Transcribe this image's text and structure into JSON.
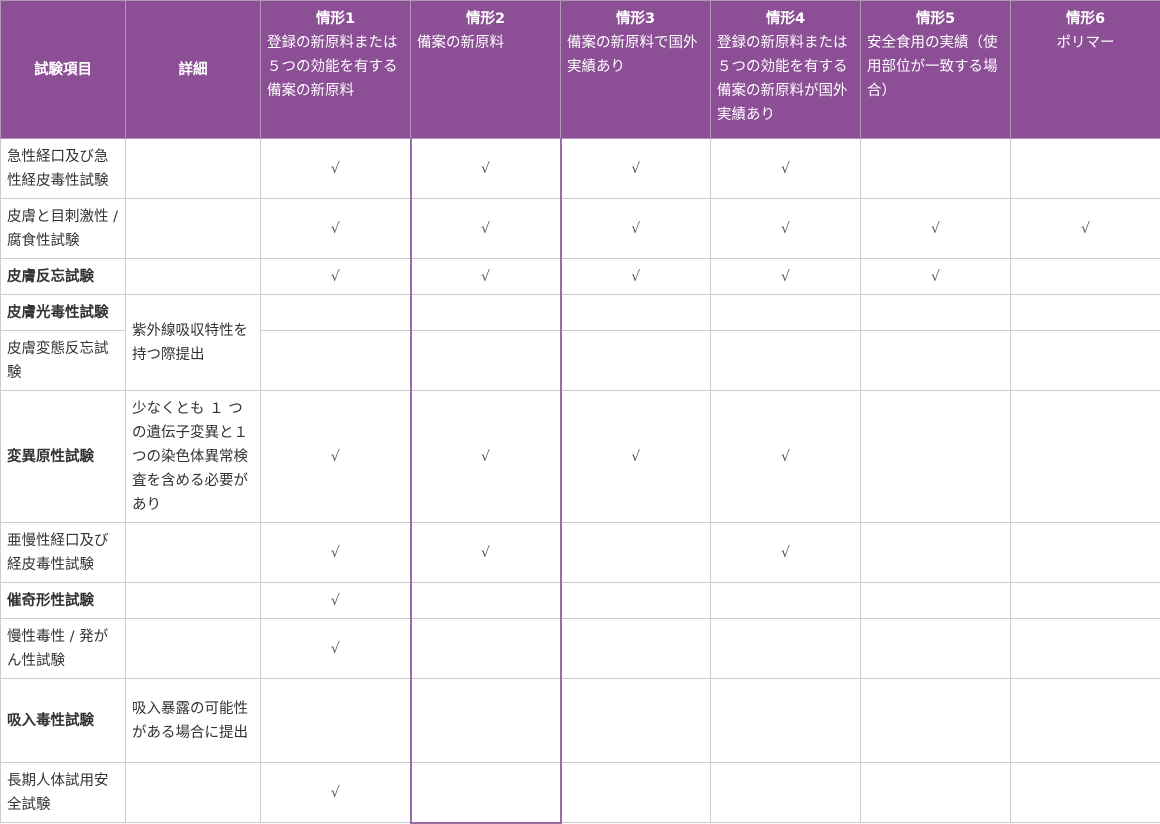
{
  "headers": {
    "item": "試験項目",
    "detail": "詳細",
    "cases": [
      {
        "title": "情形1",
        "desc": "登録の新原料または５つの効能を有する備案の新原料"
      },
      {
        "title": "情形2",
        "desc": "備案の新原料"
      },
      {
        "title": "情形3",
        "desc": "備案の新原料で国外実績あり"
      },
      {
        "title": "情形4",
        "desc": "登録の新原料または５つの効能を有する備案の新原料が国外実績あり"
      },
      {
        "title": "情形5",
        "desc": "安全食用の実績（使用部位が一致する場合）"
      },
      {
        "title": "情形6",
        "desc": "ポリマー"
      }
    ]
  },
  "check_mark": "√",
  "rows": [
    {
      "item": "急性経口及び急性経皮毒性試験",
      "detail": "",
      "checks": [
        true,
        true,
        true,
        true,
        false,
        false
      ]
    },
    {
      "item": "皮膚と目刺激性 / 腐食性試験",
      "detail": "",
      "checks": [
        true,
        true,
        true,
        true,
        true,
        true
      ]
    },
    {
      "item": "皮膚反忘試験",
      "detail": "",
      "checks": [
        true,
        true,
        true,
        true,
        true,
        false
      ]
    },
    {
      "item": "皮膚光毒性試験",
      "detail": "紫外線吸収特性を持つ際提出",
      "checks": [
        false,
        false,
        false,
        false,
        false,
        false
      ]
    },
    {
      "item": "皮膚変態反忘試験",
      "detail": "",
      "checks": [
        false,
        false,
        false,
        false,
        false,
        false
      ]
    },
    {
      "item": "変異原性試験",
      "detail": "少なくとも １ つの遺伝子変異と１つの染色体異常検査を含める必要があり",
      "checks": [
        true,
        true,
        true,
        true,
        false,
        false
      ]
    },
    {
      "item": "亜慢性経口及び経皮毒性試験",
      "detail": "",
      "checks": [
        true,
        true,
        false,
        true,
        false,
        false
      ]
    },
    {
      "item": "催奇形性試験",
      "detail": "",
      "checks": [
        true,
        false,
        false,
        false,
        false,
        false
      ]
    },
    {
      "item": "慢性毒性 / 発がん性試験",
      "detail": "",
      "checks": [
        true,
        false,
        false,
        false,
        false,
        false
      ]
    },
    {
      "item": "吸入毒性試験",
      "detail": "吸入暴露の可能性がある場合に提出",
      "checks": [
        false,
        false,
        false,
        false,
        false,
        false
      ]
    },
    {
      "item": "長期人体試用安全試験",
      "detail": "",
      "checks": [
        true,
        false,
        false,
        false,
        false,
        false
      ]
    }
  ]
}
